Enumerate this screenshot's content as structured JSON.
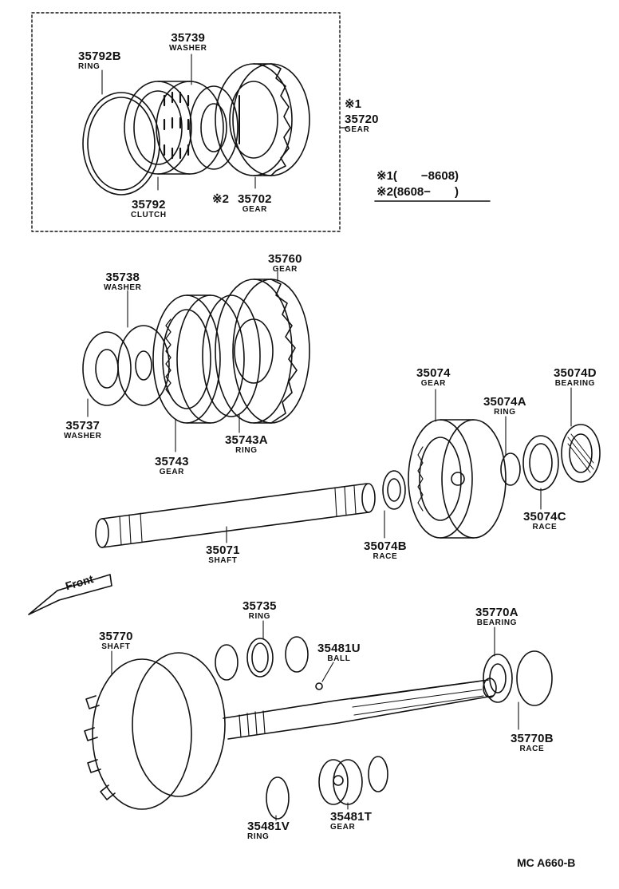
{
  "parts": [
    {
      "id": "p35739",
      "number": "35739",
      "name": "WASHER"
    },
    {
      "id": "p35792B",
      "number": "35792B",
      "name": "RING"
    },
    {
      "id": "p35720",
      "number": "35720",
      "name": "GEAR"
    },
    {
      "id": "p35792",
      "number": "35792",
      "name": "CLUTCH"
    },
    {
      "id": "p35702",
      "number": "35702",
      "name": "GEAR"
    },
    {
      "id": "p35760",
      "number": "35760",
      "name": "GEAR"
    },
    {
      "id": "p35738",
      "number": "35738",
      "name": "WASHER"
    },
    {
      "id": "p35074",
      "number": "35074",
      "name": "GEAR"
    },
    {
      "id": "p35074D",
      "number": "35074D",
      "name": "BEARING"
    },
    {
      "id": "p35074A",
      "number": "35074A",
      "name": "RING"
    },
    {
      "id": "p35737",
      "number": "35737",
      "name": "WASHER"
    },
    {
      "id": "p35743A",
      "number": "35743A",
      "name": "RING"
    },
    {
      "id": "p35743",
      "number": "35743",
      "name": "GEAR"
    },
    {
      "id": "p35074C",
      "number": "35074C",
      "name": "RACE"
    },
    {
      "id": "p35071",
      "number": "35071",
      "name": "SHAFT"
    },
    {
      "id": "p35074B",
      "number": "35074B",
      "name": "RACE"
    },
    {
      "id": "p35735",
      "number": "35735",
      "name": "RING"
    },
    {
      "id": "p35770A",
      "number": "35770A",
      "name": "BEARING"
    },
    {
      "id": "p35770",
      "number": "35770",
      "name": "SHAFT"
    },
    {
      "id": "p35481U",
      "number": "35481U",
      "name": "BALL"
    },
    {
      "id": "p35770B",
      "number": "35770B",
      "name": "RACE"
    },
    {
      "id": "p35481V",
      "number": "35481V",
      "name": "RING"
    },
    {
      "id": "p35481T",
      "number": "35481T",
      "name": "GEAR"
    }
  ],
  "notes": {
    "mark1": "※1",
    "mark2": "※2",
    "legend1": "※1(　　−8608)",
    "legend2": "※2(8608−　　)"
  },
  "front_label": "Front",
  "drawing_code": "MC  A660-B"
}
